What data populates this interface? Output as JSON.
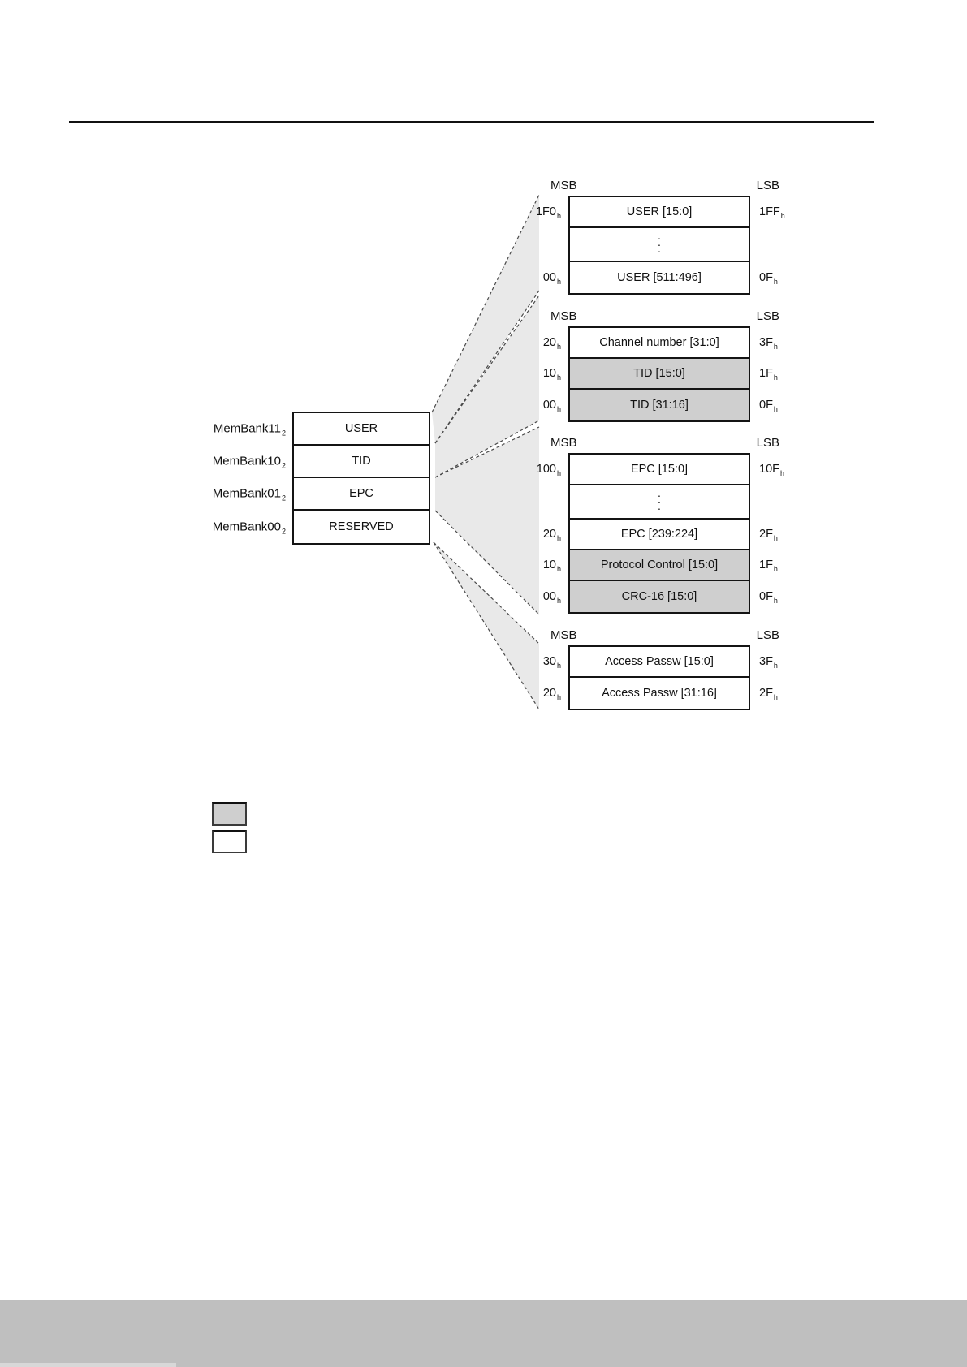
{
  "colors": {
    "shaded_row": "#cfcfcf",
    "wedge_fill": "#e9e9e9",
    "dashed_line": "#4a4a4a",
    "border": "#141414",
    "footer_bar": "#bfbfbf"
  },
  "glyphs": {
    "sub_h": "h",
    "sub_2": "2",
    "vertical_ellipsis": "·\n·\n·"
  },
  "overview": {
    "rows": [
      {
        "bank_label": "MemBank11",
        "bank_name": "USER"
      },
      {
        "bank_label": "MemBank10",
        "bank_name": "TID"
      },
      {
        "bank_label": "MemBank01",
        "bank_name": "EPC"
      },
      {
        "bank_label": "MemBank00",
        "bank_name": "RESERVED"
      }
    ]
  },
  "tables": [
    {
      "id": "user",
      "msb": "MSB",
      "lsb": "LSB",
      "rows": [
        {
          "addr_left": "1F0",
          "content": "USER [15:0]",
          "addr_right": "1FF"
        },
        {
          "ellipsis": true
        },
        {
          "addr_left": "00",
          "content": "USER [511:496]",
          "addr_right": "0F"
        }
      ]
    },
    {
      "id": "tid",
      "msb": "MSB",
      "lsb": "LSB",
      "rows": [
        {
          "addr_left": "20",
          "content": "Channel number [31:0]",
          "addr_right": "3F"
        },
        {
          "addr_left": "10",
          "content": "TID [15:0]",
          "addr_right": "1F",
          "shaded": true
        },
        {
          "addr_left": "00",
          "content": "TID [31:16]",
          "addr_right": "0F",
          "shaded": true
        }
      ]
    },
    {
      "id": "epc",
      "msb": "MSB",
      "lsb": "LSB",
      "rows": [
        {
          "addr_left": "100",
          "content": "EPC [15:0]",
          "addr_right": "10F"
        },
        {
          "ellipsis": true
        },
        {
          "addr_left": "20",
          "content": "EPC [239:224]",
          "addr_right": "2F"
        },
        {
          "addr_left": "10",
          "content": "Protocol Control [15:0]",
          "addr_right": "1F",
          "shaded": true
        },
        {
          "addr_left": "00",
          "content": "CRC-16 [15:0]",
          "addr_right": "0F",
          "shaded": true
        }
      ]
    },
    {
      "id": "reserved",
      "msb": "MSB",
      "lsb": "LSB",
      "rows": [
        {
          "addr_left": "30",
          "content": "Access Passw [15:0]",
          "addr_right": "3F"
        },
        {
          "addr_left": "20",
          "content": "Access Passw [31:16]",
          "addr_right": "2F"
        }
      ]
    }
  ],
  "legend": {
    "swatches": [
      {
        "style": "shaded"
      },
      {
        "style": "unshaded"
      }
    ]
  }
}
